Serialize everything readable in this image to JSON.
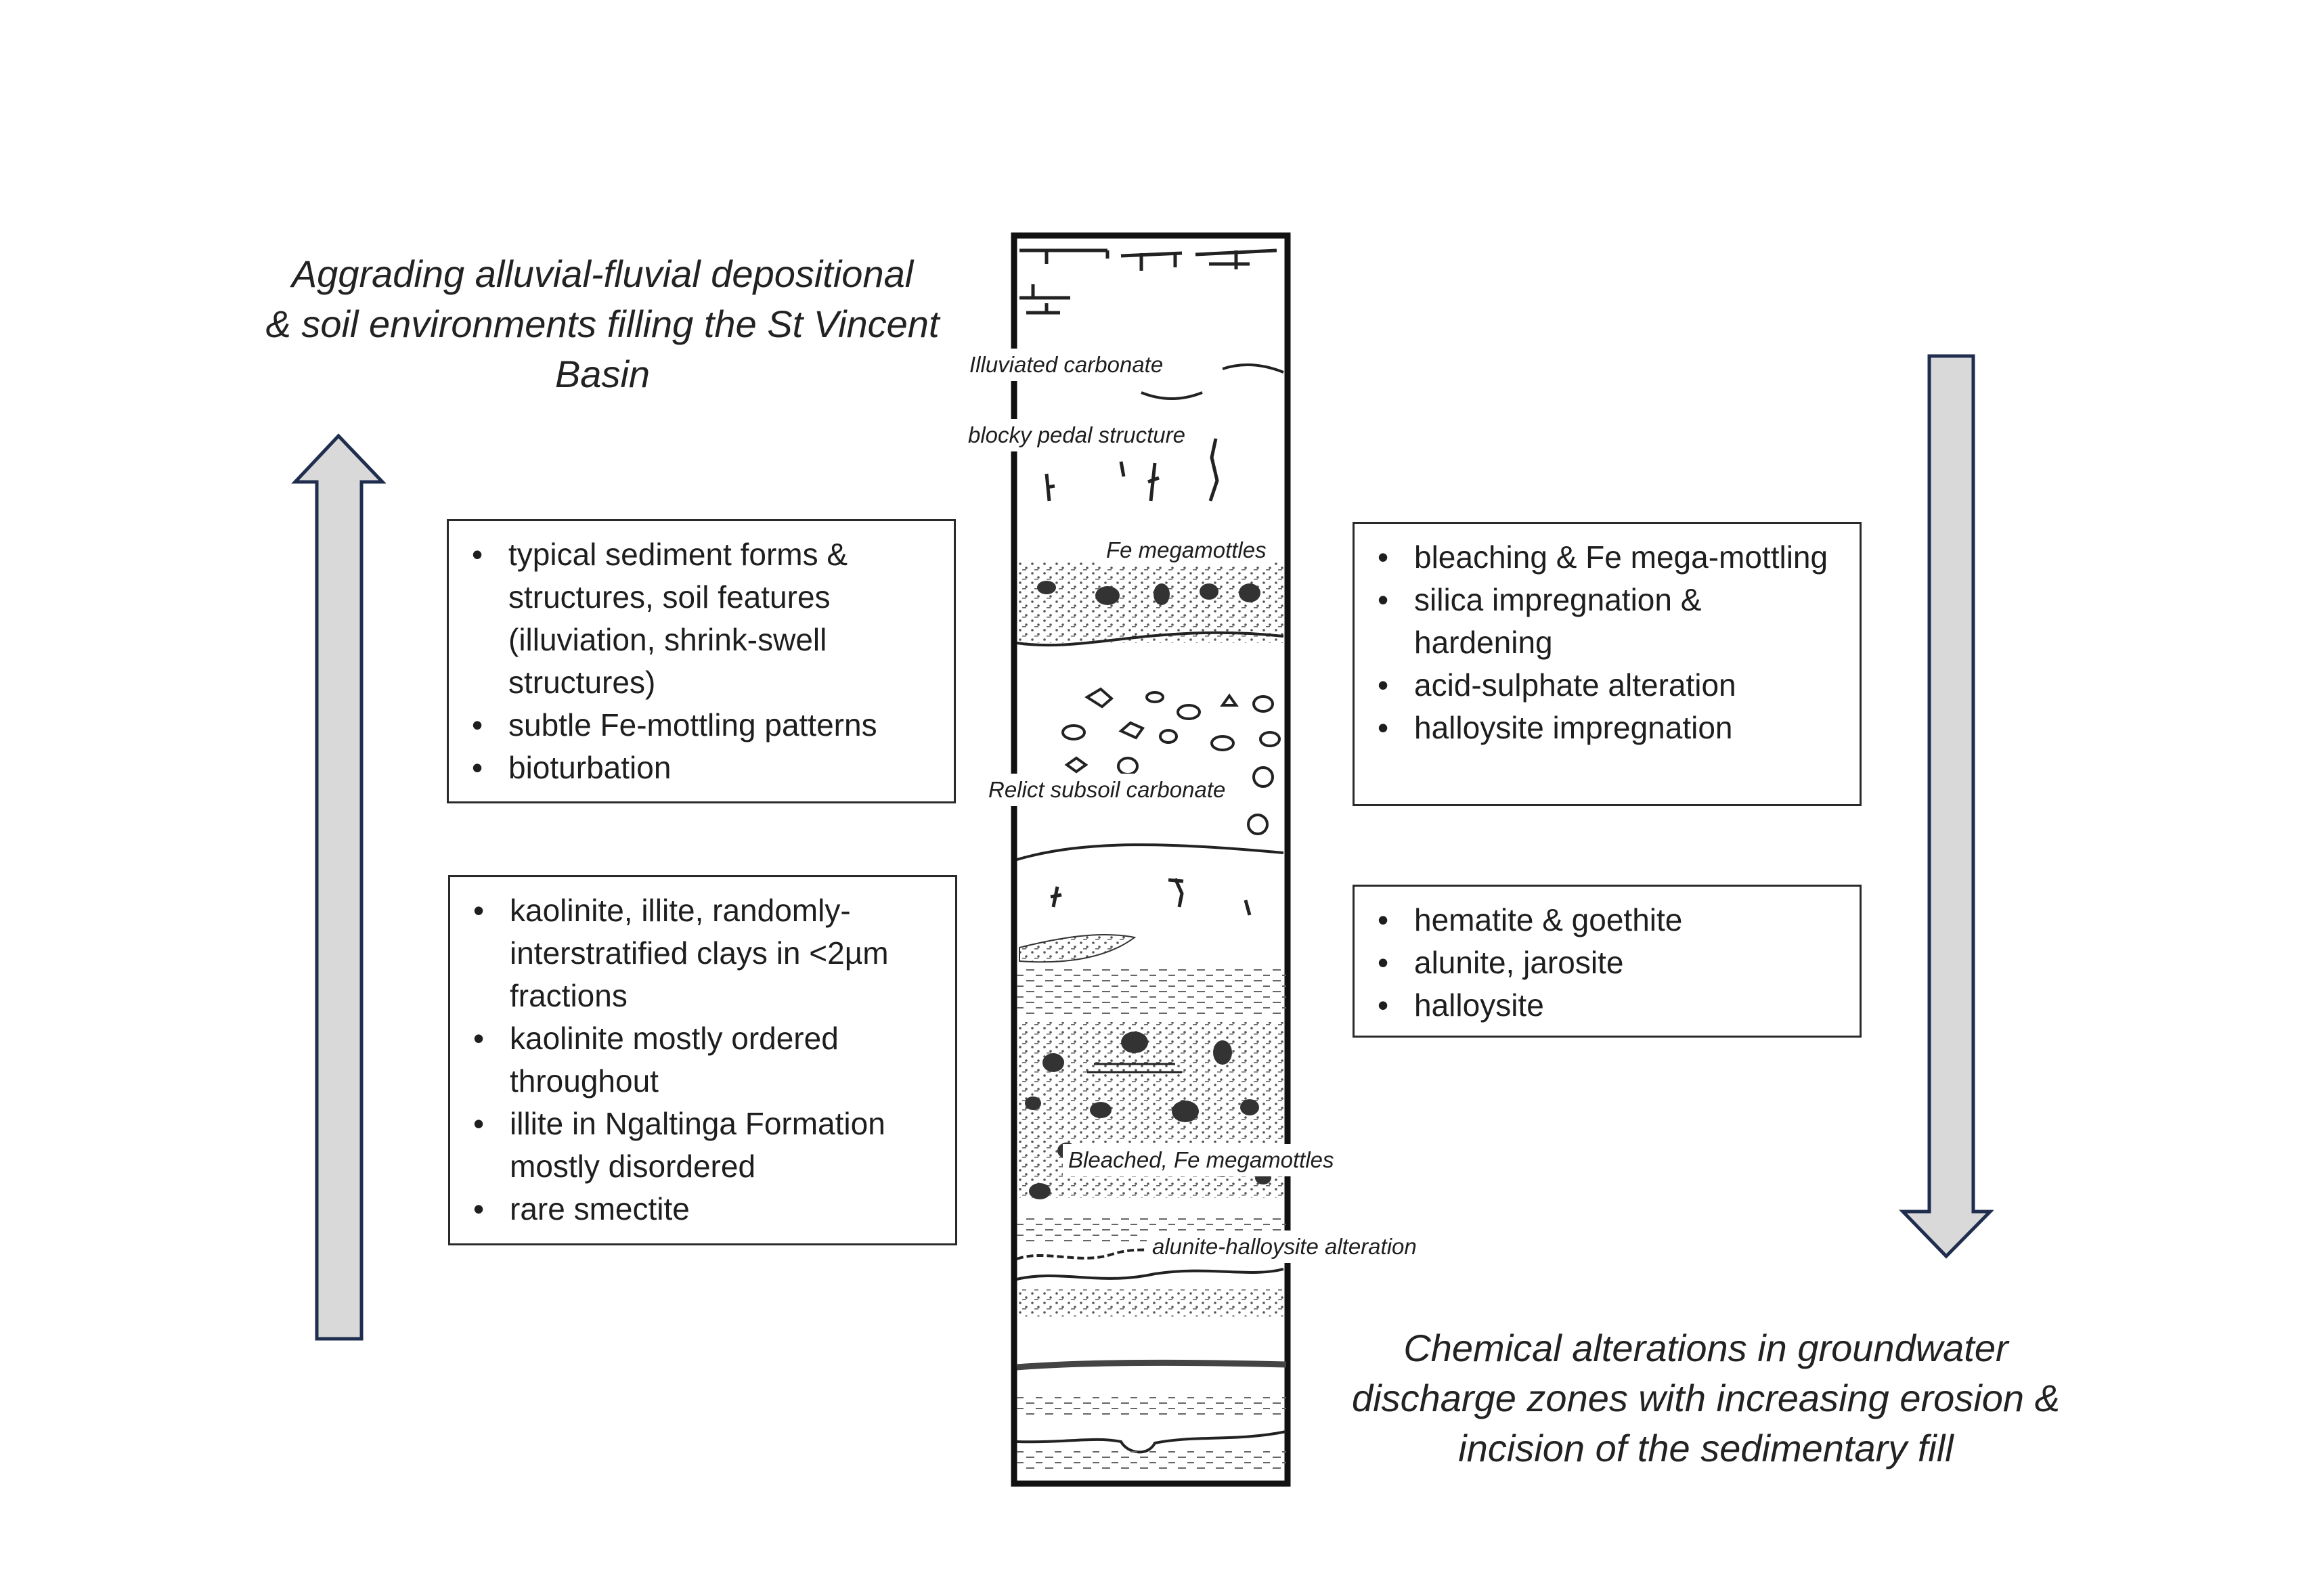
{
  "titles": {
    "left": "Aggrading alluvial-fluvial depositional\n& soil environments filling the St Vincent\nBasin",
    "right": "Chemical alterations in groundwater\ndischarge zones with increasing erosion &\nincision of the sedimentary fill"
  },
  "left_boxes": {
    "top": {
      "items": [
        "typical sediment forms & structures, soil features (illuviation, shrink-swell structures)",
        "subtle Fe-mottling patterns",
        "bioturbation"
      ]
    },
    "bottom": {
      "items": [
        "kaolinite, illite, randomly-interstratified clays in <2µm fractions",
        "kaolinite mostly ordered throughout",
        "illite in Ngaltinga Formation mostly disordered",
        "rare smectite"
      ]
    }
  },
  "right_boxes": {
    "top": {
      "items": [
        "bleaching & Fe mega-mottling",
        "silica impregnation & hardening",
        "acid-sulphate alteration",
        "halloysite impregnation"
      ]
    },
    "bottom": {
      "items": [
        "hematite & goethite",
        "alunite, jarosite",
        "halloysite"
      ]
    }
  },
  "column_labels": {
    "illuviated_carbonate": "Illuviated carbonate",
    "blocky_pedal": "blocky pedal structure",
    "fe_megamottles": "Fe megamottles",
    "relict_carbonate": "Relict subsoil carbonate",
    "bleached_megamottles": "Bleached, Fe megamottles",
    "alunite_halloysite": "alunite-halloysite alteration"
  },
  "colors": {
    "arrow_fill": "#d9d9d9",
    "arrow_stroke": "#1f2d4e",
    "box_border": "#2a2a2a",
    "column_border": "#111111",
    "column_horizon_fill": "#444444"
  }
}
